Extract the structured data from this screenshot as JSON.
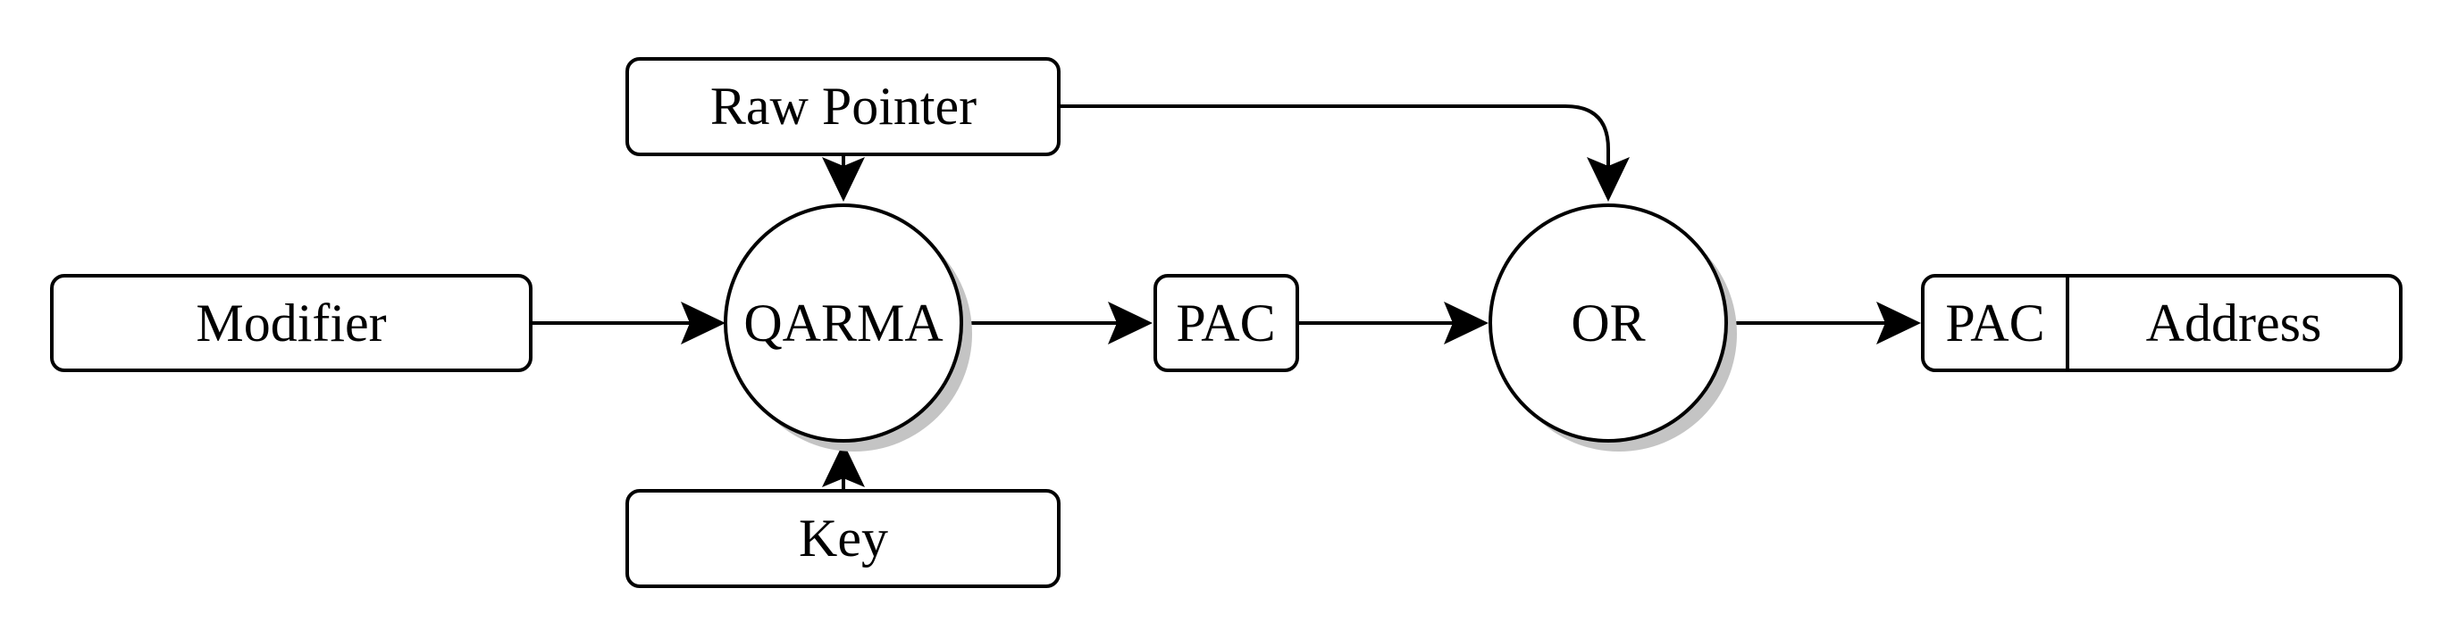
{
  "diagram": {
    "nodes": {
      "raw_pointer": "Raw Pointer",
      "modifier": "Modifier",
      "qarma": "QARMA",
      "key": "Key",
      "pac": "PAC",
      "or": "OR",
      "result_pac": "PAC",
      "result_address": "Address"
    },
    "edges": [
      {
        "from": "Raw Pointer",
        "to": "QARMA"
      },
      {
        "from": "Raw Pointer",
        "to": "OR"
      },
      {
        "from": "Modifier",
        "to": "QARMA"
      },
      {
        "from": "Key",
        "to": "QARMA"
      },
      {
        "from": "QARMA",
        "to": "PAC"
      },
      {
        "from": "PAC",
        "to": "OR"
      },
      {
        "from": "OR",
        "to": "PAC | Address"
      }
    ]
  }
}
